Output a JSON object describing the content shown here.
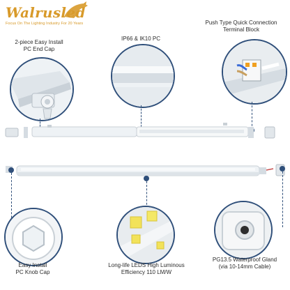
{
  "brand": {
    "name": "Walrusled",
    "tagline": "Focus On The Lighting Industry For 20 Years",
    "accent_color": "#d89a2a"
  },
  "callouts": {
    "end_cap": "2-piece Easy Install\nPC End Cap",
    "ip_rating": "IP66 & IK10 PC",
    "terminal": "Push Type Quick Connection\nTerminal Block",
    "knob_cap": "Easy Install\nPC Knob Cap",
    "leds": "Long-life LEDS High Luminous\nEfficiency 110 LM/W",
    "gland": "PG13.5 Waterproof Gland\n(via 10-14mm Cable)"
  },
  "colors": {
    "callout": "#2f4f7a",
    "housing": "#e9edf0",
    "shadow": "#c9d0d6"
  }
}
